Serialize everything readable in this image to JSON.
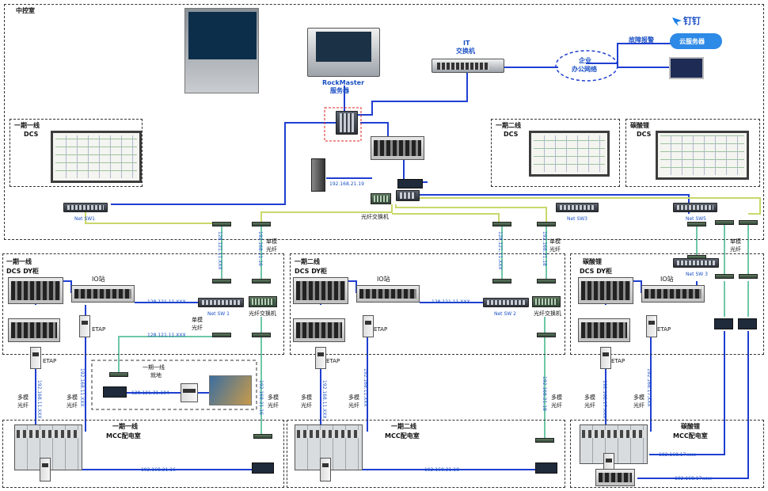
{
  "zones": {
    "central": "中控室",
    "ph1l1_dcs": "一期一线",
    "ph1l2_dcs": "一期二线",
    "li_dcs": "碳酸锂",
    "dcs": "DCS",
    "ph1l1_field": "一期一线",
    "ph1l2_field": "一期二线",
    "li_field": "碳酸锂",
    "dcs_dy": "DCS DY柜",
    "ph1l1_mcc": "一期一线",
    "ph1l2_mcc": "一期二线",
    "li_mcc": "碳酸锂",
    "mcc_room": "MCC配电室",
    "local_box_title": "一期一线",
    "local_box_sub": "就地"
  },
  "devices": {
    "rockmaster_line1": "RockMaster",
    "rockmaster_line2": "服务器",
    "it_switch_line1": "IT",
    "it_switch_line2": "交换机",
    "enterprise_line1": "企业",
    "enterprise_line2": "办公网络",
    "dingtalk": "钉钉",
    "alarm": "故障报警",
    "cloud_server": "云服务器",
    "fiber_switch": "光纤交换机",
    "io_station": "IO站",
    "etap": "ETAP",
    "multimode": "多模",
    "fiber": "光纤",
    "singlemode": "单模",
    "net_sw1": "Net SW1",
    "net_sw3_top": "Net SW3",
    "net_sw5": "Net SW5",
    "net_sw_1": "Net SW 1",
    "net_sw_2": "Net SW 2",
    "net_sw_3": "Net SW 3"
  },
  "ips": {
    "ip_21_19": "192.168.21.19",
    "ip_128_a": "128.121.11.XXX",
    "ip_128_b": "128.121.11.XXX",
    "ip_128_c": "128.121.11.XXX",
    "ip_128_d": "128.121.11.XXX",
    "ip_128_e": "128.121.11.XXX",
    "ip_31_104": "128.121.31.104",
    "ip_21_16": "192.168.21.16",
    "ip_21_16_v": "192.168.21.16",
    "ip_21_18": "192.168.21.18",
    "ip_21_18_v": "192.168.21.18",
    "ip_17_a": "192.168.17.xxx",
    "ip_17_b": "192.168.17.xxx",
    "ip_11_v1": "192.168.11.XXX",
    "ip_11_v2": "192.168.11.XXX",
    "ip_11_v3": "192.168.11.XXX",
    "ip_11_v4": "192.168.11.XXX",
    "ip_17_v1": "192.168.17.XXX",
    "ip_17_v2": "192.168.17.XXX",
    "ip_128_v1": "128.121.11.XXX",
    "ip_128_v2": "128.121.11.XXX",
    "ip_192_v1": "192.168.21.16",
    "ip_192_v2": "192.168.21.18"
  },
  "colors": {
    "ethernet": "#1f3fd1",
    "fiber": "#6fc7a6",
    "lime": "#c9d86a"
  }
}
